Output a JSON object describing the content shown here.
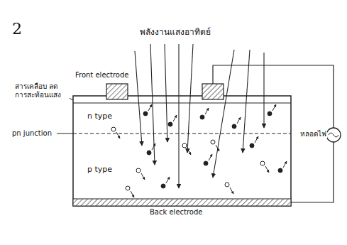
{
  "diagram": {
    "nodes": [
      {
        "text": [
          "n type"
        ]
      },
      {
        "text": [
          "p type"
        ]
      }
    ],
    "labels": [
      "2",
      "พลังงานแสงอาทิตย์",
      "Front electrode",
      "สารเคลือบ ลดการสะท้อนแสง",
      "pn junction",
      "หลอดไฟ",
      "Back electrode"
    ]
  }
}
